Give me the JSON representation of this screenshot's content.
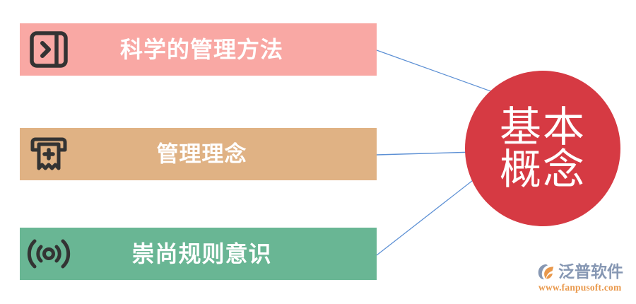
{
  "diagram": {
    "title": "基本概念",
    "center_node": {
      "label_line1": "基本",
      "label_line2": "概念",
      "color": "#d63a43",
      "text_color": "#ffffff"
    },
    "branches": [
      {
        "label": "科学的管理方法",
        "color": "#f9a8a4",
        "text_color": "#ffffff",
        "icon": "panel-expand-icon"
      },
      {
        "label": "管理理念",
        "color": "#e0b284",
        "text_color": "#ffffff",
        "icon": "receipt-printer-plus-icon"
      },
      {
        "label": "崇尚规则意识",
        "color": "#69b694",
        "text_color": "#ffffff",
        "icon": "broadcast-signal-icon"
      }
    ],
    "connector_color": "#5b8fd4"
  },
  "watermark": {
    "brand": "泛普软件",
    "url": "www.fanpusoft.com",
    "brand_color": "#7c8fad",
    "url_color": "#e8903c",
    "mark_icon": "fanpu-logo-icon"
  }
}
